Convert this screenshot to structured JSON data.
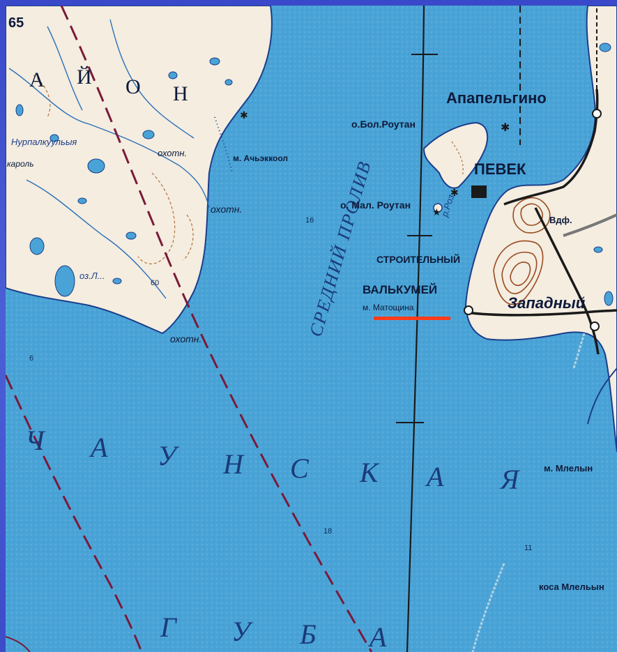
{
  "map": {
    "labels": {
      "sheet_number": "65",
      "rayon_letters": [
        "А",
        "Й",
        "О",
        "Н"
      ],
      "apapelgino": "Апапельгино",
      "bol_routan": "о.Бол.Роутан",
      "mal_routan": "о. Мал. Роутан",
      "pevek": "ПЕВЕК",
      "stroitelny": "СТРОИТЕЛЬНЫЙ",
      "valkumei": "ВАЛЬКУМЕЙ",
      "m_matoshchina": "м. Матощина",
      "zapadny": "Западный",
      "m_aachykool": "м. Ачьэккоол",
      "nurgalkuul": "Нурпалкуульыя",
      "karoul": "кароль",
      "okhotn_1": "охотн.",
      "okhotn_2": "охотн.",
      "okhotn_3": "охотн.",
      "p_roz": "р.Роз.",
      "m_mlelyun": "м. Млелын",
      "kosa_mlelyun": "коса Млельын",
      "vdf": "Вдф.",
      "mlelyu_lake": "оз.Л...",
      "strait_name": "СРЕДНИЙ ПРОЛИВ",
      "sea_word_1": [
        "Ч",
        "А",
        "У",
        "Н",
        "С",
        "К",
        "А",
        "Я"
      ],
      "sea_word_2": [
        "Г",
        "У",
        "Б",
        "А"
      ],
      "depths": [
        "16",
        "6",
        "18",
        "11",
        "60"
      ]
    },
    "highlight_color": "#ff3b1a",
    "water_color": "#4aa3d6",
    "land_color": "#f3ece2"
  }
}
